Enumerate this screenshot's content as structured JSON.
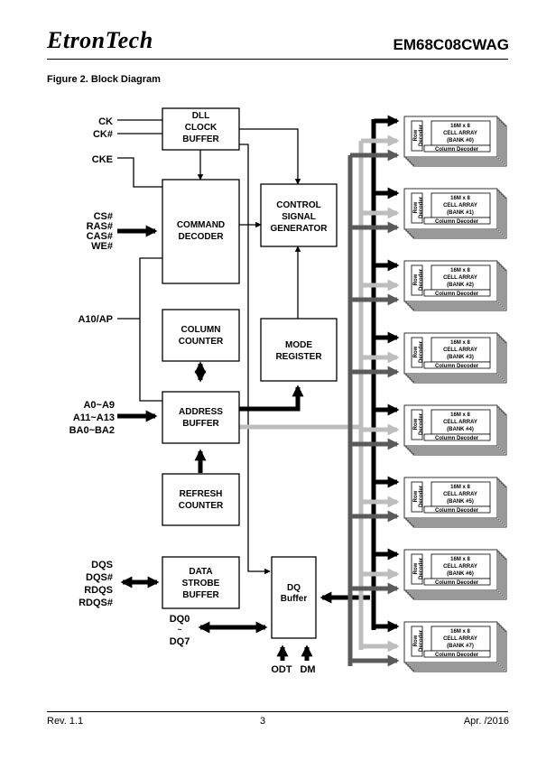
{
  "header": {
    "logo": "EtronTech",
    "part_number": "EM68C08CWAG"
  },
  "figure_title": "Figure 2. Block Diagram",
  "blocks": {
    "dll": [
      "DLL",
      "CLOCK",
      "BUFFER"
    ],
    "command": [
      "COMMAND",
      "DECODER"
    ],
    "column_counter": [
      "COLUMN",
      "COUNTER"
    ],
    "address": [
      "ADDRESS",
      "BUFFER"
    ],
    "refresh": [
      "REFRESH",
      "COUNTER"
    ],
    "control": [
      "CONTROL",
      "SIGNAL",
      "GENERATOR"
    ],
    "mode": [
      "MODE",
      "REGISTER"
    ],
    "data_strobe": [
      "DATA",
      "STROBE",
      "BUFFER"
    ],
    "dq": [
      "DQ",
      "Buffer"
    ]
  },
  "signals": {
    "ck": "CK",
    "ckn": "CK#",
    "cke": "CKE",
    "cmd": [
      "CS#",
      "RAS#",
      "CAS#",
      "WE#"
    ],
    "a10": "A10/AP",
    "addr": [
      "A0~A9",
      "A11~A13",
      "BA0~BA2"
    ],
    "dqs": [
      "DQS",
      "DQS#",
      "RDQS",
      "RDQS#"
    ],
    "dq0": "DQ0",
    "dq_tilde": "~",
    "dq7": "DQ7",
    "odt": "ODT",
    "dm": "DM"
  },
  "bank_common": {
    "row1": "Row",
    "row2": "Decoder",
    "size": "16M x 8",
    "cell": "CELL ARRAY",
    "col": "Column Decoder"
  },
  "banks": [
    "(BANK #0)",
    "(BANK #1)",
    "(BANK #2)",
    "(BANK #3)",
    "(BANK #4)",
    "(BANK #5)",
    "(BANK #6)",
    "(BANK #7)"
  ],
  "footer": {
    "rev": "Rev. 1.1",
    "page": "3",
    "date": "Apr. /2016"
  },
  "colors": {
    "bus_black": "#000000",
    "bus_light": "#bdbdbd",
    "bus_dark": "#5a5a5a"
  }
}
